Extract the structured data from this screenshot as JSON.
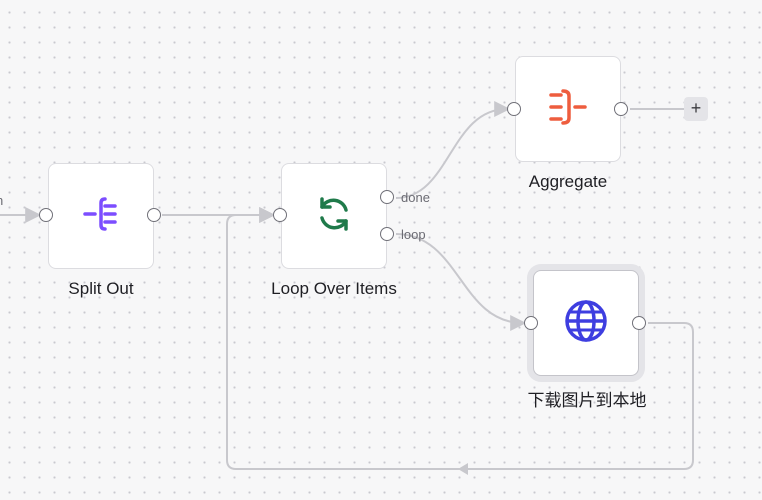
{
  "canvas": {
    "nodes": {
      "split_out": {
        "label": "Split Out",
        "icon": "split-out-icon",
        "color": "#7c4dff"
      },
      "loop_over_items": {
        "label": "Loop Over Items",
        "icon": "loop-refresh-icon",
        "color": "#1f7a4a"
      },
      "aggregate": {
        "label": "Aggregate",
        "icon": "aggregate-icon",
        "color": "#ee5d3e"
      },
      "download_images": {
        "label": "下载图片到本地",
        "icon": "globe-icon",
        "color": "#3e3ee0"
      }
    },
    "ports": {
      "done": "done",
      "loop": "loop"
    },
    "add_button": "+",
    "edge_color": "#c8c8cd"
  }
}
